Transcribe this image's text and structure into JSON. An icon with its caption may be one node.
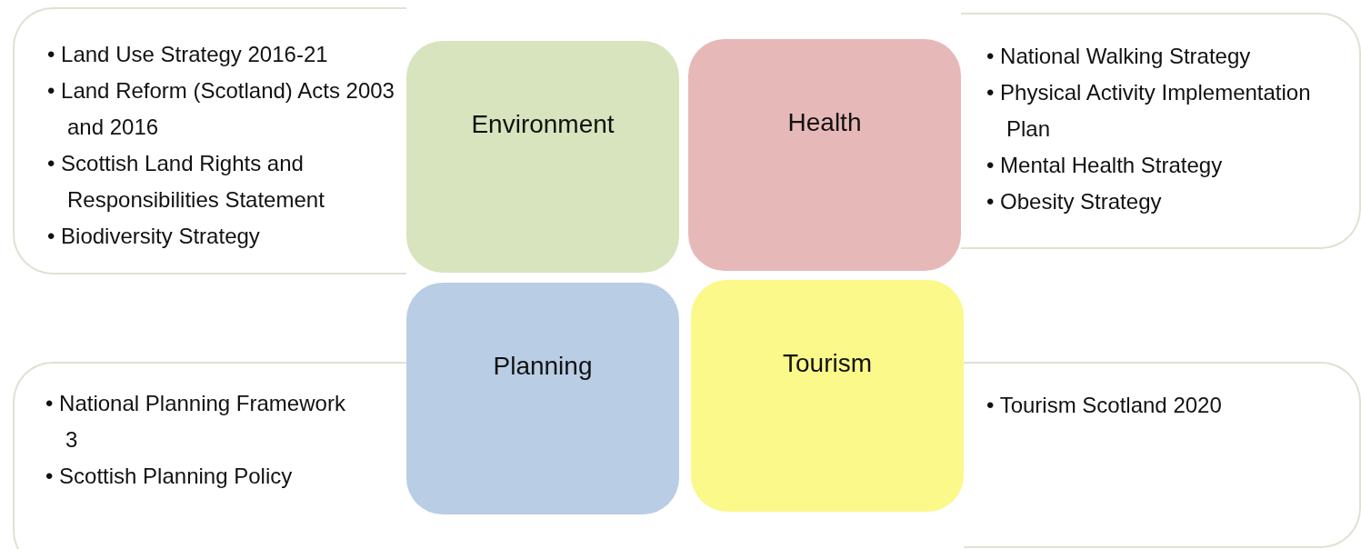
{
  "diagram": {
    "nodes": [
      {
        "text": [
          "• Land Use Strategy 2016-21",
          "• Land Reform (Scotland) Acts 2003 and 2016",
          "• Scottish Land Rights and Responsibilities Statement",
          "• Biodiversity Strategy"
        ]
      },
      {
        "text": [
          "Environment"
        ]
      },
      {
        "text": [
          "Health"
        ]
      },
      {
        "text": [
          "• National Walking Strategy",
          "• Physical Activity Implementation Plan",
          "• Mental Health Strategy",
          "• Obesity Strategy"
        ]
      },
      {
        "text": [
          "• National Planning Framework 3",
          "• Scottish Planning Policy"
        ]
      },
      {
        "text": [
          "Planning"
        ]
      },
      {
        "text": [
          "Tourism"
        ]
      },
      {
        "text": [
          "• Tourism Scotland 2020"
        ]
      }
    ]
  }
}
